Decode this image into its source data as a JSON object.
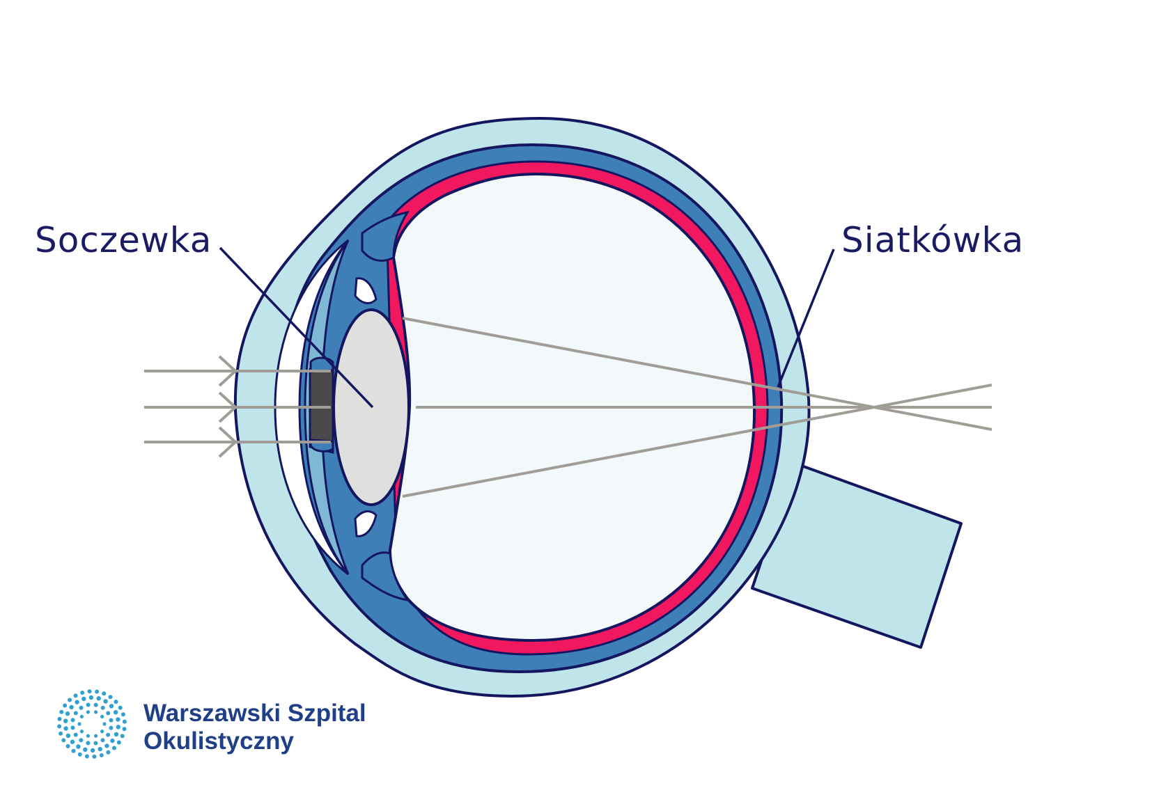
{
  "labels": {
    "lens": "Soczewka",
    "retina": "Siatkówka"
  },
  "brand": {
    "line1": "Warszawski Szpital",
    "line2": "Okulistyczny"
  },
  "colors": {
    "outline": "#14165f",
    "sclera": "#bfe4ea",
    "choroid": "#3f7fb8",
    "retina": "#f2185f",
    "vitreous": "#f3f9fb",
    "lens": "#dfe0dd",
    "iris": "#4a4a4a",
    "light_ray": "#a09d96",
    "logo_dots": "#2fa0cf",
    "label_text": "#1b1b63",
    "brand_text": "#1f3f86"
  }
}
